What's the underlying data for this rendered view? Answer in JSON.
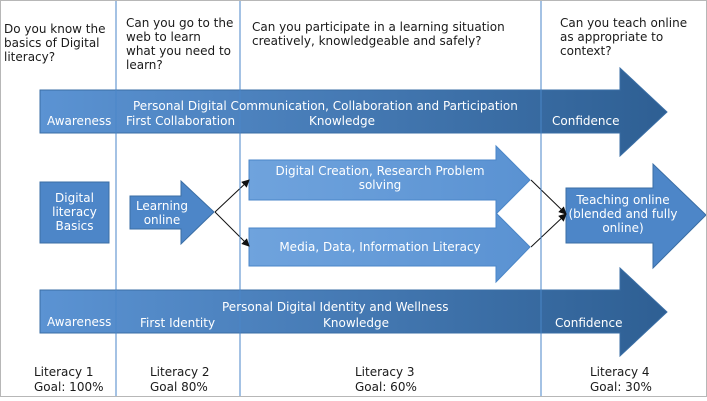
{
  "colors": {
    "arrow_dark": "#2e5f93",
    "arrow_light": "#5b93d3",
    "box_fill": "#4d86c8",
    "inner_arrow_fill": "#6fa3dd",
    "divider": "#4a86c8",
    "text_dark": "#1a1a1a",
    "text_light": "#ffffff"
  },
  "questions": {
    "q1": "Do you know the basics of Digital literacy?",
    "q2": "Can you go to the web to learn what you need to learn?",
    "q3": "Can you participate in a learning situation creatively, knowledgeable and safely?",
    "q4": "Can you teach online as appropriate to context?"
  },
  "top_arrow": {
    "title": "Personal Digital Communication, Collaboration and Participation",
    "stage1": "Awareness",
    "stage2": "First Collaboration",
    "stage3": "Knowledge",
    "stage4": "Confidence"
  },
  "middle": {
    "basics": "Digital literacy Basics",
    "learning": "Learning online",
    "creation": "Digital Creation, Research Problem solving",
    "media": "Media, Data, Information Literacy",
    "teaching": "Teaching online (blended and fully online)"
  },
  "bottom_arrow": {
    "title": "Personal Digital Identity and Wellness",
    "stage1": "Awareness",
    "stage2": "First Identity",
    "stage3": "Knowledge",
    "stage4": "Confidence"
  },
  "levels": [
    {
      "name": "Literacy 1",
      "goal": "Goal: 100%"
    },
    {
      "name": "Literacy 2",
      "goal": "Goal 80%"
    },
    {
      "name": "Literacy 3",
      "goal": "Goal: 60%"
    },
    {
      "name": "Literacy 4",
      "goal": "Goal: 30%"
    }
  ]
}
